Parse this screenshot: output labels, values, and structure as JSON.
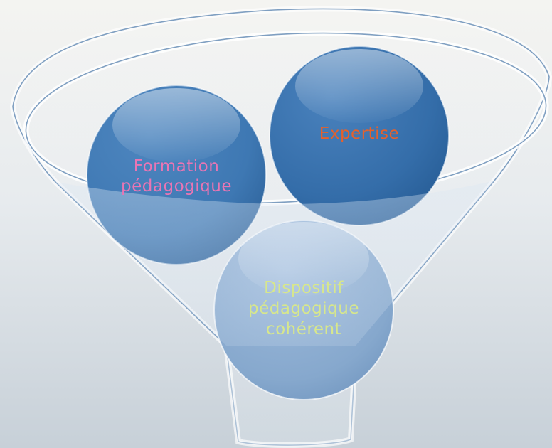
{
  "diagram": {
    "circles": [
      {
        "id": "formation",
        "lines": [
          "Formation",
          "pédagogique"
        ],
        "text_color": "#e975b4",
        "fill_top": "#3f79b3",
        "fill_bottom": "#5d8bbf"
      },
      {
        "id": "expertise",
        "lines": [
          "Expertise"
        ],
        "text_color": "#e5612b",
        "fill_top": "#2f6aa8",
        "fill_bottom": "#4f82bb"
      },
      {
        "id": "dispositif",
        "lines": [
          "Dispositif",
          "pédagogique",
          "cohérent"
        ],
        "text_color": "#d7e78c",
        "fill_top": "#7b9fc7",
        "fill_bottom": "#9db8d8"
      }
    ],
    "colors": {
      "funnel_stroke": "#7f9fc1",
      "funnel_highlight": "#ffffff",
      "background_top": "#f4f4f1",
      "background_bottom": "#c7d0d8"
    }
  }
}
